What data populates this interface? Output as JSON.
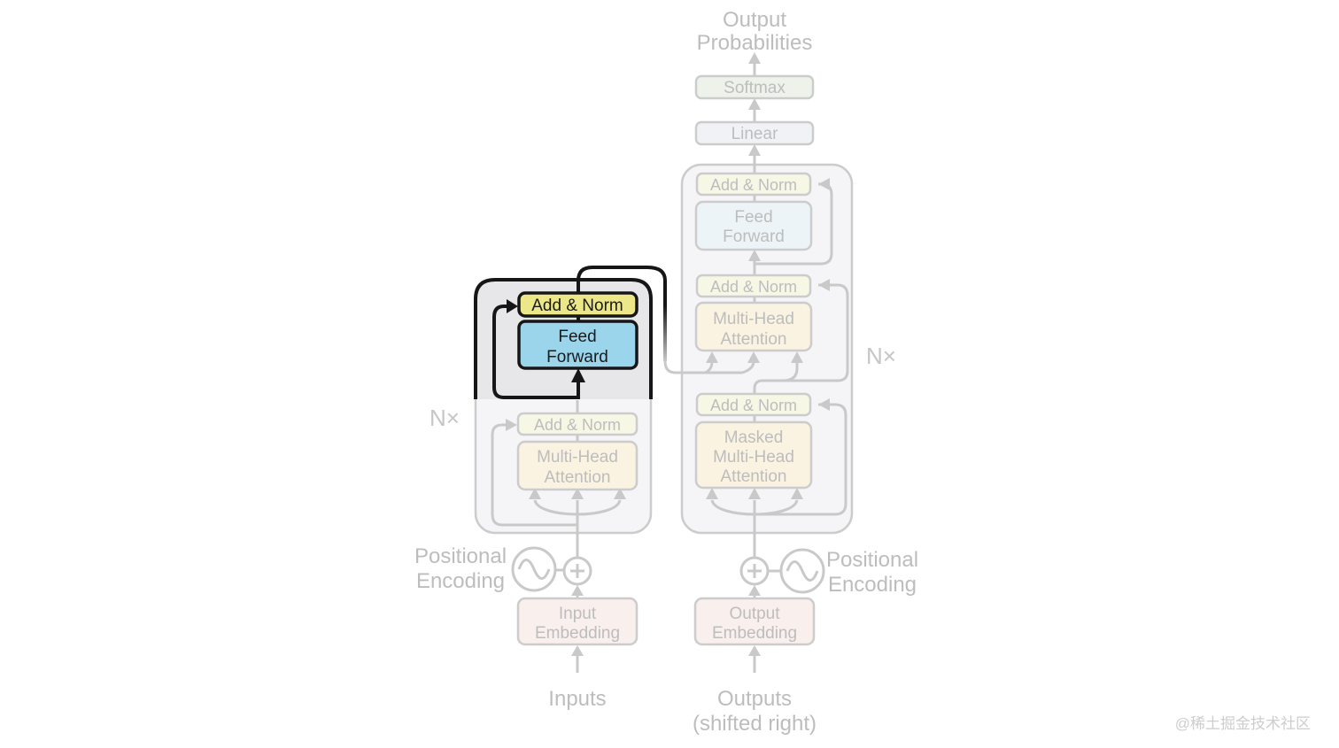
{
  "diagram": {
    "title": [
      "Output",
      "Probabilities"
    ],
    "boxes": {
      "softmax": "Softmax",
      "linear": "Linear",
      "add_norm": "Add & Norm",
      "feed_forward": [
        "Feed",
        "Forward"
      ],
      "multi_head_attention": [
        "Multi-Head",
        "Attention"
      ],
      "masked_multi_head_attention": [
        "Masked",
        "Multi-Head",
        "Attention"
      ],
      "input_embedding": [
        "Input",
        "Embedding"
      ],
      "output_embedding": [
        "Output",
        "Embedding"
      ]
    },
    "labels": {
      "n_times": "N×",
      "positional_encoding": [
        "Positional",
        "Encoding"
      ],
      "inputs": "Inputs",
      "outputs": [
        "Outputs",
        "(shifted right)"
      ]
    },
    "watermark": "@稀土掘金技术社区",
    "colors": {
      "highlight_border": "#161616",
      "highlight_add_norm_fill": "#ece789",
      "highlight_feed_forward_fill": "#9ad5ec",
      "highlight_panel_fill": "#e7e7ea",
      "faded_stroke": "#c9c9c9",
      "faded_text": "#bdbdbd",
      "background": "#ffffff"
    }
  }
}
